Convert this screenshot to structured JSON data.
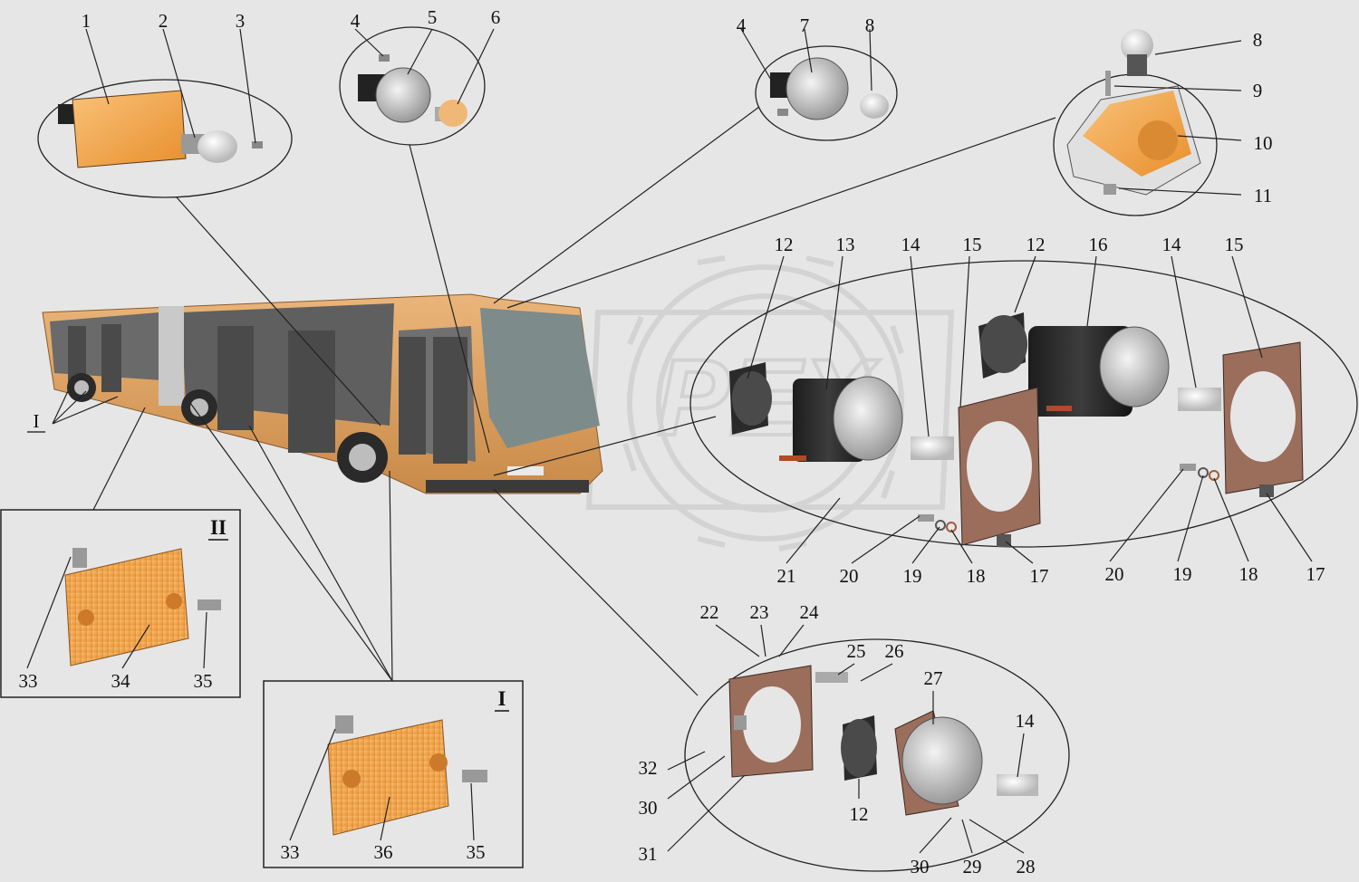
{
  "labels": {
    "n1": "1",
    "n2": "2",
    "n3": "3",
    "n4a": "4",
    "n5": "5",
    "n6": "6",
    "n4b": "4",
    "n7": "7",
    "n8a": "8",
    "n8b": "8",
    "n9": "9",
    "n10": "10",
    "n11": "11",
    "n12a": "12",
    "n13": "13",
    "n14a": "14",
    "n15a": "15",
    "n12b": "12",
    "n16": "16",
    "n14b": "14",
    "n15b": "15",
    "n21": "21",
    "n20a": "20",
    "n19a": "19",
    "n18a": "18",
    "n17a": "17",
    "n20b": "20",
    "n19b": "19",
    "n18b": "18",
    "n17b": "17",
    "n22": "22",
    "n23": "23",
    "n24": "24",
    "n25": "25",
    "n26": "26",
    "n27": "27",
    "n14c": "14",
    "n32": "32",
    "n30a": "30",
    "n31": "31",
    "n12c": "12",
    "n30b": "30",
    "n29": "29",
    "n28": "28",
    "n33a": "33",
    "n34": "34",
    "n35a": "35",
    "n33b": "33",
    "n36": "36",
    "n35b": "35",
    "bus_I": "I"
  },
  "insets": {
    "inset_II": "II",
    "inset_I": "I"
  },
  "colors": {
    "background": "#e6e6e6",
    "bus_body": "#e3a869",
    "amber_lens": "#f2a24a",
    "watermark": "#d2d2d2"
  },
  "watermark_text": "PEX"
}
